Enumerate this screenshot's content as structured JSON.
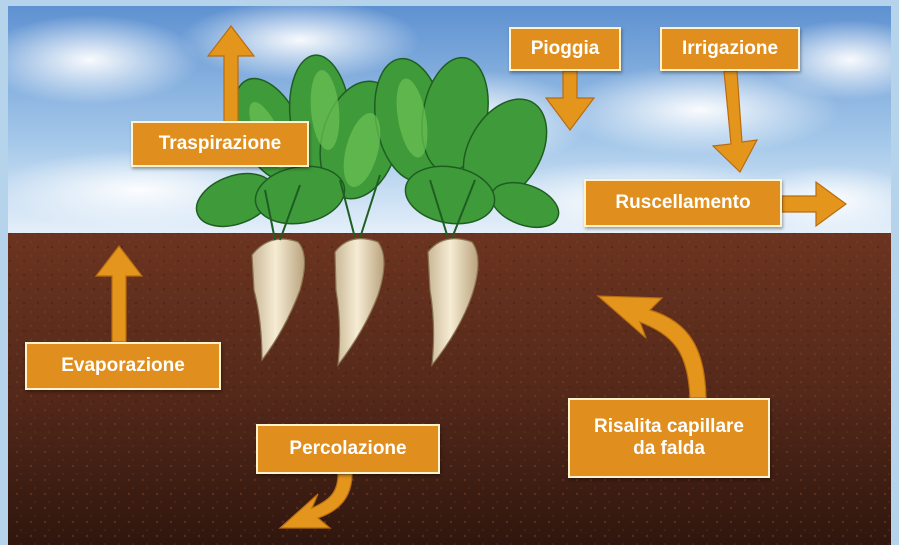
{
  "labels": {
    "pioggia": "Pioggia",
    "irrigazione": "Irrigazione",
    "traspirazione": "Traspirazione",
    "ruscellamento": "Ruscellamento",
    "evaporazione": "Evaporazione",
    "risalita_line1": "Risalita capillare",
    "risalita_line2": "da falda",
    "percolazione": "Percolazione"
  },
  "colors": {
    "label_fill": "#e08f1e",
    "label_border": "#fff3cf",
    "arrow": "#e4951c",
    "sky": "#a9cfe8",
    "soil": "#5a2c1a",
    "foliage": "#3f9a3a",
    "root": "#efe3c8"
  },
  "icons": {
    "arrows": "arrow-icon",
    "plants": "sugar-beet-icon"
  }
}
